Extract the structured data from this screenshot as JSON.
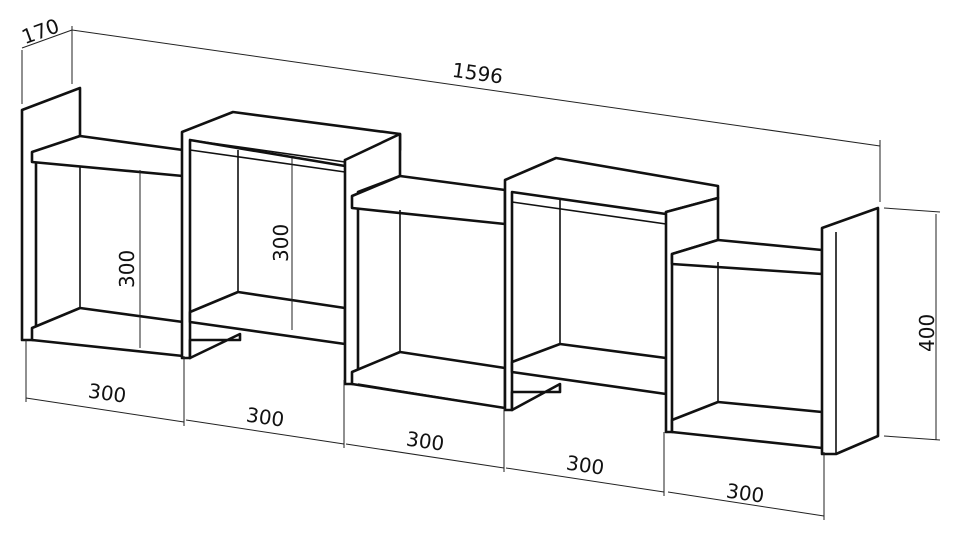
{
  "dimensions": {
    "depth": "170",
    "total_width": "1596",
    "height": "400",
    "section_height_1": "300",
    "section_height_2": "300",
    "section_widths": [
      "300",
      "300",
      "300",
      "300",
      "300"
    ]
  },
  "colors": {
    "line": "#111111",
    "background": "#ffffff"
  }
}
